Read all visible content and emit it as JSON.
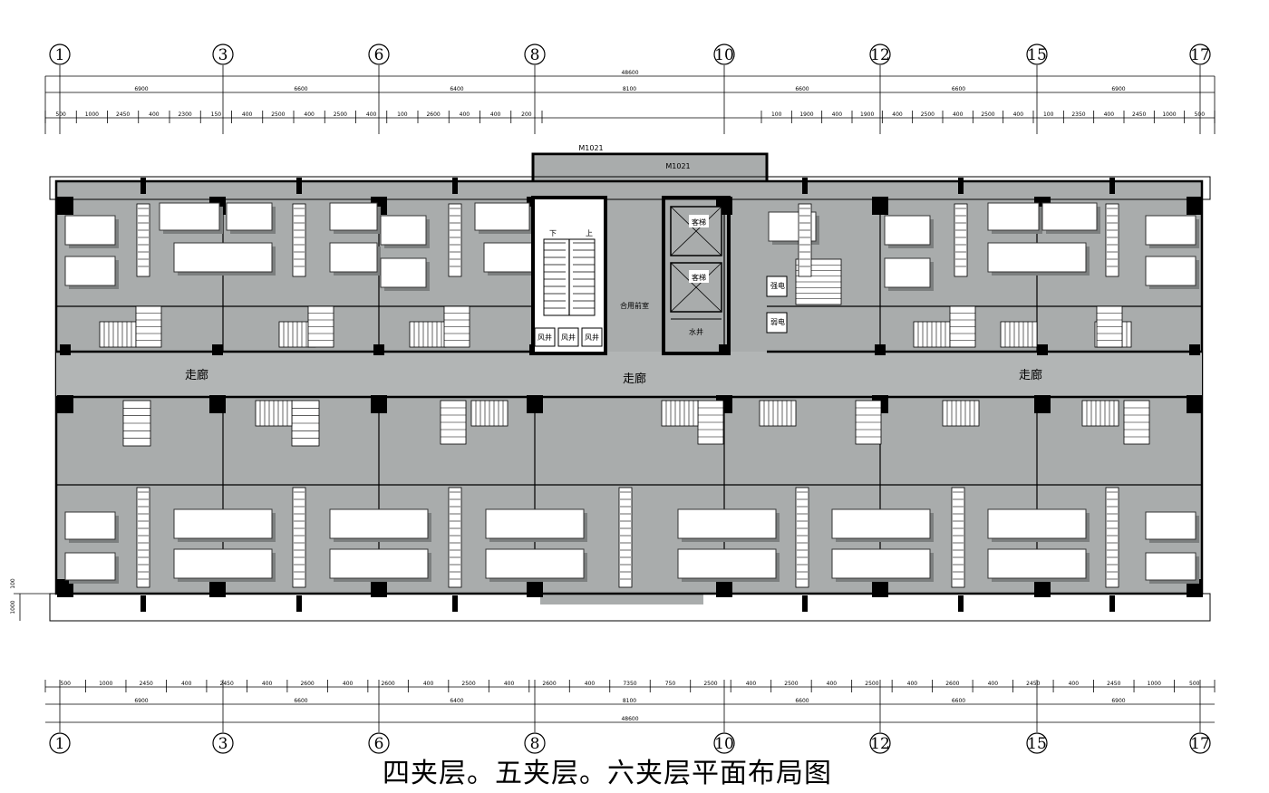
{
  "title": "四夹层。五夹层。六夹层平面布局图",
  "axes": [
    "1",
    "3",
    "6",
    "8",
    "10",
    "12",
    "15",
    "17"
  ],
  "dims_total": "48600",
  "dims_bays": [
    "6900",
    "6600",
    "6400",
    "8100",
    "6600",
    "6600",
    "6900"
  ],
  "dims_small_top_left": [
    "500",
    "1000",
    "2450",
    "400",
    "2300",
    "150",
    "400",
    "2500",
    "400",
    "2500",
    "400",
    "100",
    "2600",
    "400",
    "400",
    "200"
  ],
  "dims_small_top_right": [
    "100",
    "1900",
    "400",
    "1900",
    "400",
    "2500",
    "400",
    "2500",
    "400",
    "100",
    "2350",
    "400",
    "2450",
    "1000",
    "500"
  ],
  "dim_side": "1000",
  "dim_side2": "100",
  "dims_bottom_small": [
    "500",
    "1000",
    "2450",
    "400",
    "2450",
    "400",
    "2600",
    "400",
    "2600",
    "400",
    "2500",
    "400",
    "2600",
    "400",
    "7350",
    "750",
    "2500",
    "400",
    "2500",
    "400",
    "2500",
    "400",
    "2600",
    "400",
    "2450",
    "400",
    "2450",
    "1000",
    "500"
  ],
  "labels": {
    "corridor_left": "走廊",
    "corridor_center": "走廊",
    "corridor_right": "走廊",
    "elevator1": "客梯",
    "elevator2": "客梯",
    "water_well": "水井",
    "shared_room": "合用前室",
    "strong_elec": "强电",
    "weak_elec": "弱电",
    "fan1": "风井",
    "fan2": "风井",
    "fan3": "风井",
    "door1": "M1021",
    "door2": "M1021",
    "stair_down": "下",
    "stair_up": "上"
  },
  "colors": {
    "floor": "#a9acac",
    "wall": "#000000",
    "furniture": "#ffffff"
  }
}
